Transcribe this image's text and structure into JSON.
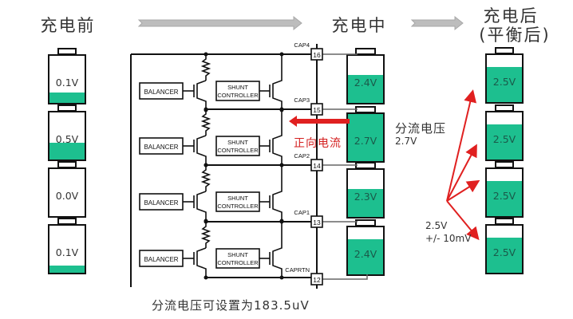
{
  "stages": {
    "before": {
      "title": "充电前"
    },
    "during": {
      "title": "充电中"
    },
    "after": {
      "title_line1": "充电后",
      "title_line2": "(平衡后)"
    }
  },
  "cells_before": [
    {
      "voltage": "0.1V",
      "fill_fraction": 0.22
    },
    {
      "voltage": "0.5V",
      "fill_fraction": 0.35
    },
    {
      "voltage": "0.0V",
      "fill_fraction": 0.0
    },
    {
      "voltage": "0.1V",
      "fill_fraction": 0.15
    }
  ],
  "cells_during": [
    {
      "voltage": "2.4V",
      "fill_fraction": 0.6
    },
    {
      "voltage": "2.7V",
      "fill_fraction": 1.0
    },
    {
      "voltage": "2.3V",
      "fill_fraction": 0.6
    },
    {
      "voltage": "2.4V",
      "fill_fraction": 0.75
    }
  ],
  "cells_after": [
    {
      "voltage": "2.5V",
      "fill_fraction": 0.75
    },
    {
      "voltage": "2.5V",
      "fill_fraction": 0.75
    },
    {
      "voltage": "2.5V",
      "fill_fraction": 0.75
    },
    {
      "voltage": "2.5V",
      "fill_fraction": 0.75
    }
  ],
  "circuit": {
    "balancer_label": "BALANCER",
    "shunt_line1": "SHUNT",
    "shunt_line2": "CONTROLLER",
    "pins": [
      {
        "name": "CAP4",
        "number": "16"
      },
      {
        "name": "CAP3",
        "number": "15"
      },
      {
        "name": "CAP2",
        "number": "14"
      },
      {
        "name": "CAP1",
        "number": "13"
      },
      {
        "name": "CAPRTN",
        "number": "12"
      }
    ]
  },
  "annotations": {
    "forward_current": "正向电流",
    "shunt_voltage_title": "分流电压",
    "shunt_voltage_value": "2.7V",
    "balanced_value": "2.5V",
    "balanced_tolerance": "+/- 10mV",
    "shunt_setting": "分流电压可设置为183.5uV"
  },
  "colors": {
    "fill": "#1dbf8f",
    "arrow_red": "#e02020",
    "flow_arrow_gray": "#b8b8b8"
  }
}
